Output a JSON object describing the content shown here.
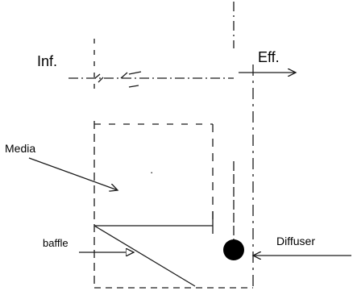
{
  "diagram": {
    "labels": {
      "influent": "Inf.",
      "effluent": "Eff.",
      "media": "Media",
      "baffle": "baffle",
      "diffuser": "Diffuser"
    },
    "colors": {
      "line": "#1a1a1a",
      "diffuser_fill": "#000000",
      "background": "#ffffff"
    },
    "components": [
      "reactor-tank",
      "media-zone",
      "baffle",
      "diffuser",
      "influent-line",
      "effluent-line"
    ]
  }
}
